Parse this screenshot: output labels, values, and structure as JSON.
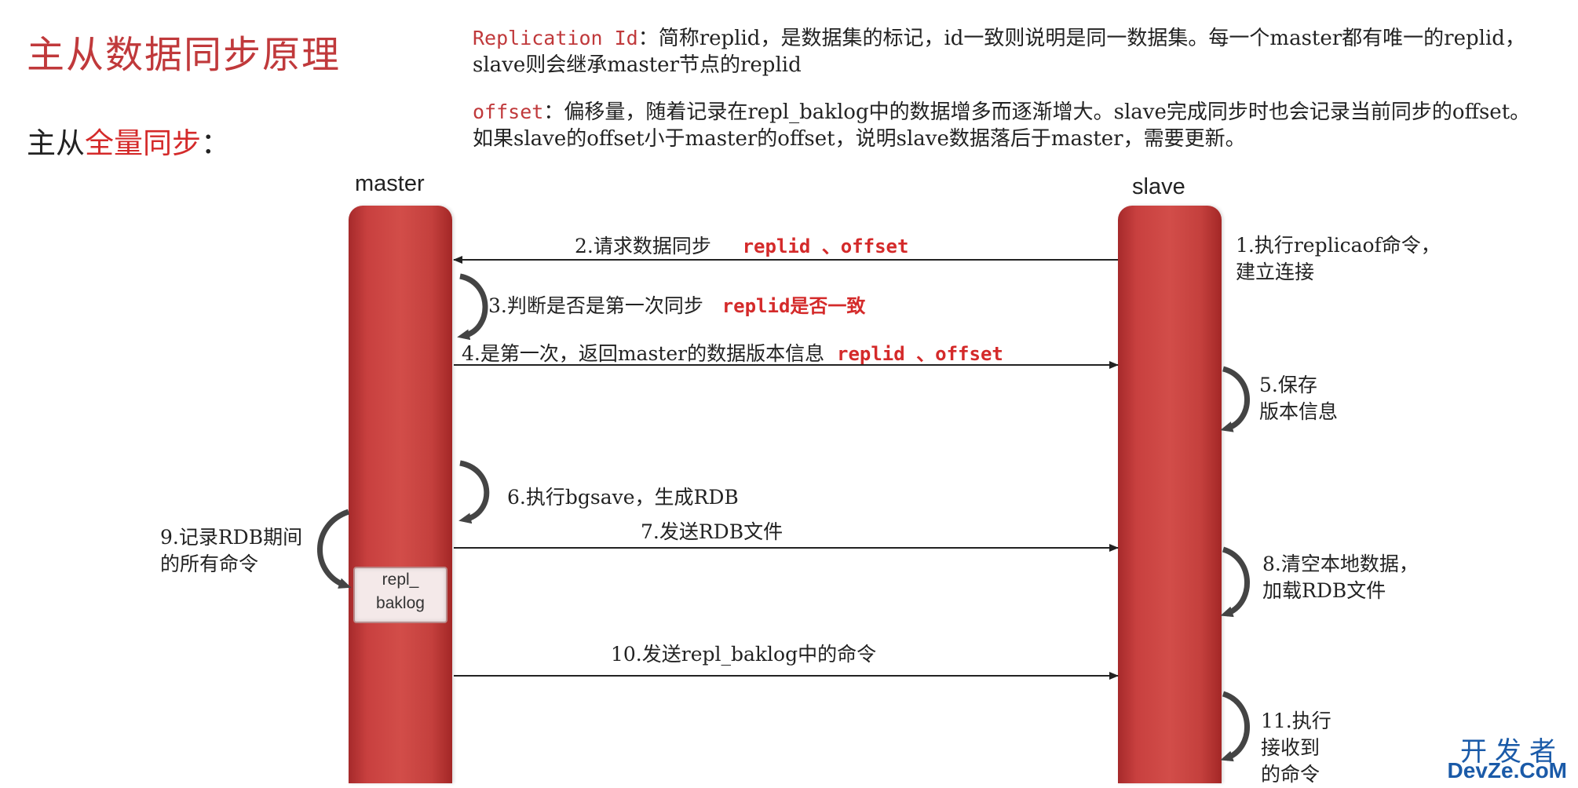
{
  "title": "主从数据同步原理",
  "subtitle": {
    "prefix": "主从",
    "highlight": "全量同步",
    "suffix": "："
  },
  "replication_id": {
    "term": "Replication Id",
    "line1": "：简称replid，是数据集的标记，id一致则说明是同一数据集。每一个master都有唯一的replid，",
    "line2": "slave则会继承master节点的replid"
  },
  "offset_desc": {
    "term": "offset",
    "line1": "：偏移量，随着记录在repl_baklog中的数据增多而逐渐增大。slave完成同步时也会记录当前同步的offset。",
    "line2": "如果slave的offset小于master的offset，说明slave数据落后于master，需要更新。"
  },
  "lanes": {
    "master": "master",
    "slave": "slave"
  },
  "messages": {
    "m2": {
      "text": "2.请求数据同步",
      "red": "replid 、offset"
    },
    "m3": {
      "text": "3.判断是否是第一次同步",
      "red": "replid是否一致"
    },
    "m4": {
      "text": "4.是第一次，返回master的数据版本信息",
      "red": "replid 、offset"
    },
    "m6": {
      "text": "6.执行bgsave，生成RDB"
    },
    "m7": {
      "text": "7.发送RDB文件"
    },
    "m10": {
      "text": "10.发送repl_baklog中的命令"
    }
  },
  "notes": {
    "n1": [
      "1.执行replicaof命令，",
      "建立连接"
    ],
    "n5": [
      "5.保存",
      "版本信息"
    ],
    "n8": [
      "8.清空本地数据，",
      "加载RDB文件"
    ],
    "n9": [
      "9.记录RDB期间",
      "的所有命令"
    ],
    "n11": [
      "11.执行",
      "接收到",
      "的命令"
    ]
  },
  "backlog": {
    "line1": "repl_",
    "line2": "baklog"
  },
  "watermark": {
    "line1": "开发者",
    "line2": "DevZe.CoM"
  },
  "colors": {
    "title": "#c0393b",
    "highlight": "#d42a2a",
    "lifeline": "#c8403f",
    "watermark": "#1a5aa8"
  }
}
